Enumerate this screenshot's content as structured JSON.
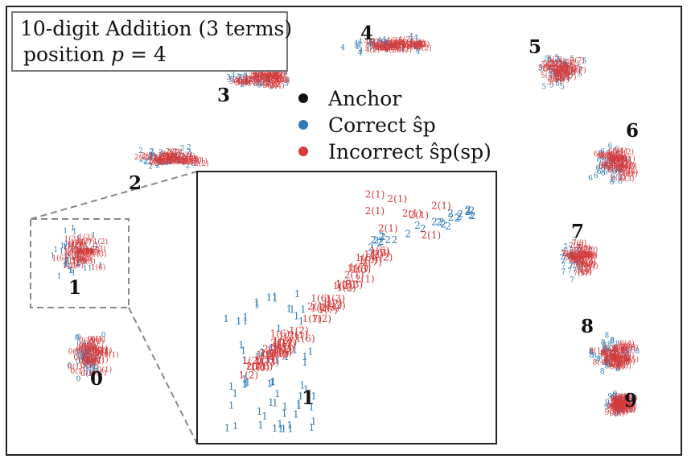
{
  "colors": {
    "anchor": "#111111",
    "correct": "#2f7bb6",
    "incorrect": "#d63a3a",
    "frame": "#222222",
    "title_box": "#777777",
    "zoom_line": "#888888"
  },
  "title": {
    "line1": "10-digit Addition (3 terms)",
    "line2_prefix": "position ",
    "line2_var": "p",
    "line2_suffix": " = 4"
  },
  "legend": {
    "placement": "top-center",
    "entries": [
      {
        "label": "Anchor",
        "color_key": "anchor"
      },
      {
        "label": "Correct ŝp",
        "color_key": "correct"
      },
      {
        "label": "Incorrect ŝp(sp)",
        "color_key": "incorrect"
      }
    ]
  },
  "chart_data": {
    "type": "scatter",
    "title": "10-digit Addition (3 terms) position p = 4",
    "xlabel": "",
    "ylabel": "",
    "axes_visible": false,
    "legend": [
      "Anchor",
      "Correct ŝp",
      "Incorrect ŝp(sp)"
    ],
    "anchors": [
      {
        "label": "0"
      },
      {
        "label": "1"
      },
      {
        "label": "2"
      },
      {
        "label": "3"
      },
      {
        "label": "4"
      },
      {
        "label": "5"
      },
      {
        "label": "6"
      },
      {
        "label": "7"
      },
      {
        "label": "8"
      },
      {
        "label": "9"
      }
    ],
    "token_labels": {
      "correct": [
        "0",
        "1",
        "2",
        "3",
        "4",
        "5",
        "6",
        "7",
        "8",
        "9"
      ],
      "incorrect": [
        "0(1)",
        "1(2)",
        "1(3)",
        "1(6)",
        "1(7)",
        "2(1)",
        "2(2)",
        "3(2)",
        "3(4)",
        "4(2)",
        "5(7)",
        "7(9)"
      ]
    },
    "inset": {
      "zoom_of_anchor": "1",
      "anchor_label": "1",
      "correct_tokens": [
        "1",
        "2"
      ],
      "incorrect_tokens": [
        "1(2)",
        "1(3)",
        "1(6)",
        "1(7)",
        "2(1)"
      ]
    }
  }
}
